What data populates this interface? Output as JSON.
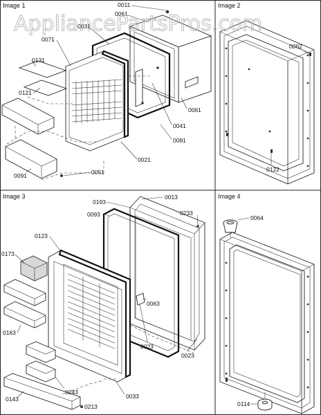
{
  "watermark": "AppliancePartsPros.com",
  "panels": [
    {
      "title": "Image 1"
    },
    {
      "title": "Image 2"
    },
    {
      "title": "Image 3"
    },
    {
      "title": "Image 4"
    }
  ],
  "labels": {
    "p0011": "0011",
    "p0061a": "0061",
    "p0031": "0031",
    "p0071": "0071",
    "p0131": "0131",
    "p0121": "0121",
    "p0061b": "0061",
    "p0041": "0041",
    "p0081": "0081",
    "p0021": "0021",
    "p0091": "0091",
    "p0051": "0051",
    "p0062": "0062",
    "p0122": "0122",
    "p0193": "0193",
    "p0013": "0013",
    "p0093": "0093",
    "p0233": "0233",
    "p0123": "0123",
    "p0173": "0173",
    "p0063": "0063",
    "p0163": "0163",
    "p0023a": "0023",
    "p0023b": "0023",
    "p0243": "0243",
    "p0033": "0033",
    "p0143": "0143",
    "p0213": "0213",
    "p0064": "0064",
    "p0114": "0114"
  }
}
